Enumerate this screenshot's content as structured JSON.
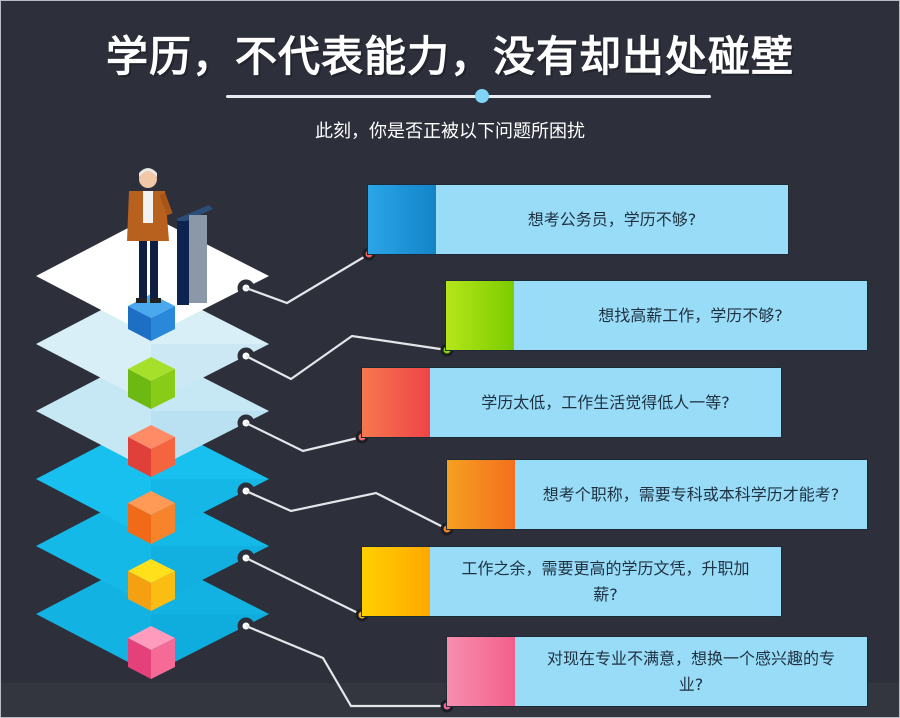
{
  "header": {
    "title": "学历，不代表能力，没有却出处碰壁",
    "subtitle": "此刻，你是否正被以下问题所困扰"
  },
  "colors": {
    "background": "#2d303b",
    "card_bg": "#98dcf8",
    "card_text": "#1f3140",
    "separator_dot": "#7fd3f5"
  },
  "questions": [
    {
      "text": "想考公务员，学历不够?",
      "color": "#1f9ad8",
      "node_color": "#f0605a"
    },
    {
      "text": "想找高薪工作，学历不够?",
      "color": "#8bd600",
      "node_color": "#8bd600"
    },
    {
      "text": "学历太低，工作生活觉得低人一等?",
      "color": "#f4534a",
      "node_color": "#f26c6c"
    },
    {
      "text": "想考个职称，需要专科或本科学历才能考?",
      "color": "#f57d1f",
      "node_color": "#f5821f"
    },
    {
      "text": "工作之余，需要更高的学历文凭，升职加薪?",
      "color": "#ffb400",
      "node_color": "#f5b400"
    },
    {
      "text": "对现在专业不满意，想换一个感兴趣的专业?",
      "color": "#f75f8c",
      "node_color": "#f06292"
    }
  ],
  "illustration": {
    "figure": "speaker-at-podium",
    "cube_colors": [
      "#2a86d6",
      "#7cc61a",
      "#ef5a3c",
      "#f57a28",
      "#f9b51a",
      "#ef5b94"
    ]
  }
}
